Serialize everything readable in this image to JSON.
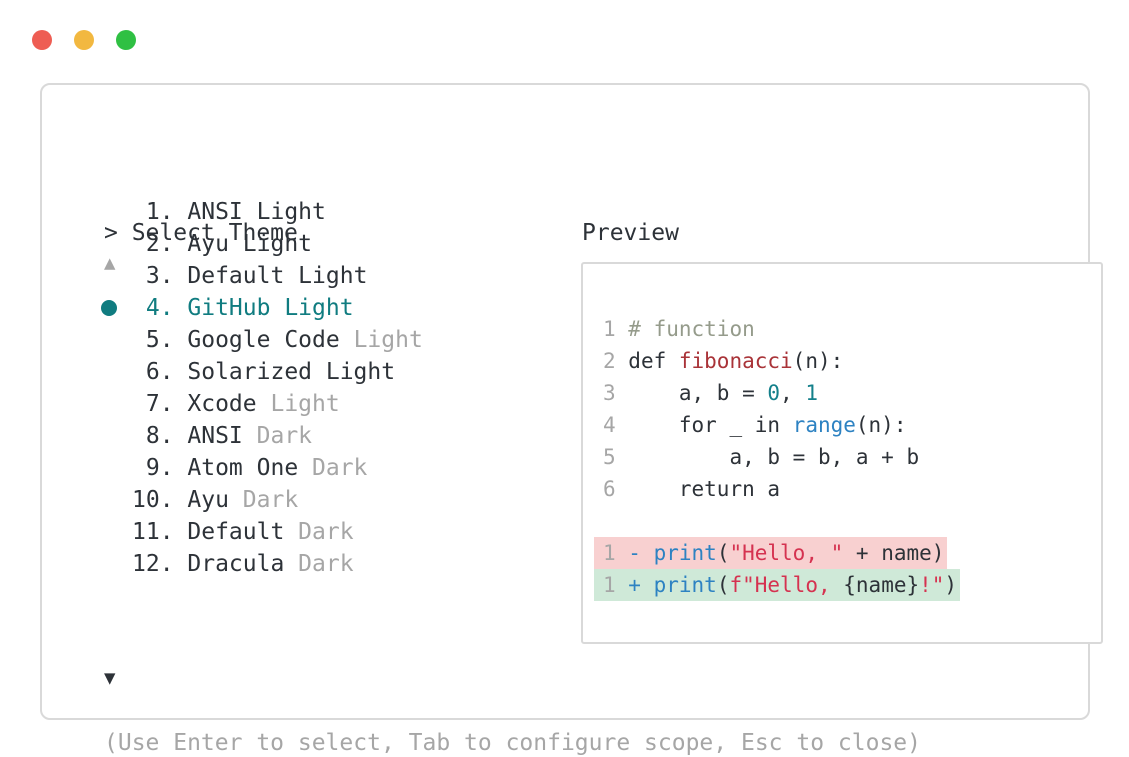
{
  "window": {
    "controls": [
      {
        "name": "close",
        "color": "#ee5d53"
      },
      {
        "name": "minimize",
        "color": "#f2b840"
      },
      {
        "name": "zoom",
        "color": "#2fc043"
      }
    ]
  },
  "theme_picker": {
    "prompt": "> Select Theme",
    "scroll_up": "▲",
    "scroll_down": "▼",
    "items": [
      {
        "number": " 1.",
        "name": "ANSI",
        "variant": "Light",
        "variant_muted": false,
        "selected": false
      },
      {
        "number": " 2.",
        "name": "Ayu",
        "variant": "Light",
        "variant_muted": false,
        "selected": false
      },
      {
        "number": " 3.",
        "name": "Default",
        "variant": "Light",
        "variant_muted": false,
        "selected": false
      },
      {
        "number": " 4.",
        "name": "GitHub",
        "variant": "Light",
        "variant_muted": false,
        "selected": true
      },
      {
        "number": " 5.",
        "name": "Google Code",
        "variant": "Light",
        "variant_muted": true,
        "selected": false
      },
      {
        "number": " 6.",
        "name": "Solarized",
        "variant": "Light",
        "variant_muted": false,
        "selected": false
      },
      {
        "number": " 7.",
        "name": "Xcode",
        "variant": "Light",
        "variant_muted": true,
        "selected": false
      },
      {
        "number": " 8.",
        "name": "ANSI",
        "variant": "Dark",
        "variant_muted": true,
        "selected": false
      },
      {
        "number": " 9.",
        "name": "Atom One",
        "variant": "Dark",
        "variant_muted": true,
        "selected": false
      },
      {
        "number": "10.",
        "name": "Ayu",
        "variant": "Dark",
        "variant_muted": true,
        "selected": false
      },
      {
        "number": "11.",
        "name": "Default",
        "variant": "Dark",
        "variant_muted": true,
        "selected": false
      },
      {
        "number": "12.",
        "name": "Dracula",
        "variant": "Dark",
        "variant_muted": true,
        "selected": false
      }
    ],
    "footer_hint": "(Use Enter to select, Tab to configure scope, Esc to close)"
  },
  "preview": {
    "label": "Preview",
    "lines": [
      {
        "num": "1",
        "diff": null,
        "tokens": [
          {
            "t": "# function",
            "c": "comment"
          }
        ]
      },
      {
        "num": "2",
        "diff": null,
        "tokens": [
          {
            "t": "def ",
            "c": "code"
          },
          {
            "t": "fibonacci",
            "c": "function"
          },
          {
            "t": "(n):",
            "c": "code"
          }
        ]
      },
      {
        "num": "3",
        "diff": null,
        "tokens": [
          {
            "t": "    a, b = ",
            "c": "code"
          },
          {
            "t": "0",
            "c": "number"
          },
          {
            "t": ", ",
            "c": "code"
          },
          {
            "t": "1",
            "c": "number"
          }
        ]
      },
      {
        "num": "4",
        "diff": null,
        "tokens": [
          {
            "t": "    for _ in ",
            "c": "code"
          },
          {
            "t": "range",
            "c": "builtin"
          },
          {
            "t": "(n):",
            "c": "code"
          }
        ]
      },
      {
        "num": "5",
        "diff": null,
        "tokens": [
          {
            "t": "        a, b = b, a + b",
            "c": "code"
          }
        ]
      },
      {
        "num": "6",
        "diff": null,
        "tokens": [
          {
            "t": "    return a",
            "c": "code"
          }
        ]
      },
      {
        "num": "",
        "diff": null,
        "tokens": []
      },
      {
        "num": "1",
        "diff": "removed",
        "tokens": [
          {
            "t": "- ",
            "c": "builtin"
          },
          {
            "t": "print",
            "c": "builtin"
          },
          {
            "t": "(",
            "c": "code"
          },
          {
            "t": "\"Hello, \"",
            "c": "string"
          },
          {
            "t": " + name)",
            "c": "code"
          }
        ]
      },
      {
        "num": "1",
        "diff": "added",
        "tokens": [
          {
            "t": "+ ",
            "c": "builtin"
          },
          {
            "t": "print",
            "c": "builtin"
          },
          {
            "t": "(",
            "c": "code"
          },
          {
            "t": "f\"Hello, ",
            "c": "string"
          },
          {
            "t": "{name}",
            "c": "code"
          },
          {
            "t": "!\"",
            "c": "string"
          },
          {
            "t": ")",
            "c": "code"
          }
        ]
      }
    ]
  },
  "colors": {
    "text": "#2d3238",
    "muted": "#a6a6a6",
    "selected": "#107c80",
    "comment": "#959b8b",
    "function": "#a93338",
    "string": "#d53250",
    "builtin": "#2d82c2",
    "number": "#14808b",
    "diff_removed_bg": "#f8d0d0",
    "diff_added_bg": "#cfe9d8",
    "border": "#d9d9d9"
  }
}
